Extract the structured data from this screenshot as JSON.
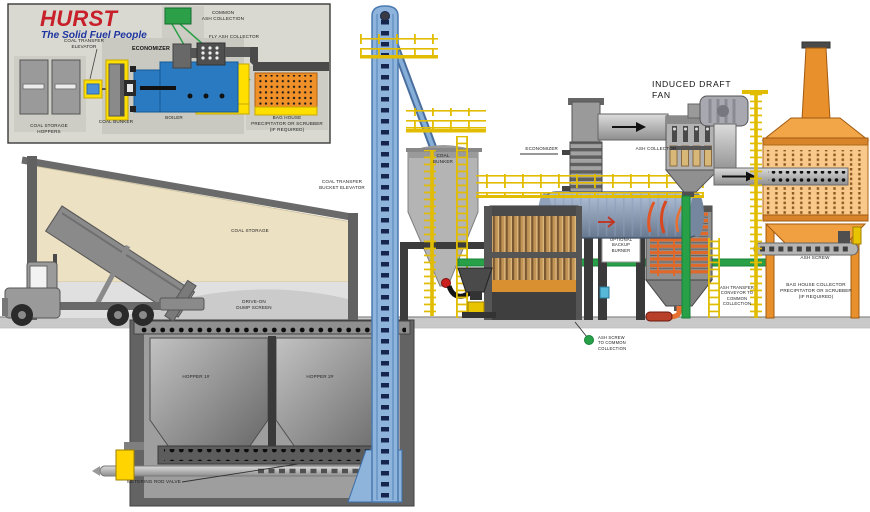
{
  "brand": {
    "logo": "HURST",
    "tagline": "The Solid Fuel People"
  },
  "inset": {
    "labels": {
      "common_ash_collection": "COMMON\nASH COLLECTION",
      "fly_ash_collector": "FLY ASH COLLECTOR",
      "coal_transfer_elevator": "COAL TRANSFER\nELEVATOR",
      "economizer": "ECONOMIZER",
      "coal_storage_hoppers": "COAL STORAGE\nHOPPERS",
      "coal_bunker": "COAL BUNKER",
      "boiler": "BOILER",
      "bag_house": "BAG HOUSE\nPRECIPITATOR OR SCRUBBER\n(IF REQUIRED)"
    }
  },
  "main": {
    "labels": {
      "induced_draft_fan": "INDUCED DRAFT FAN",
      "economizer": "ECONOMIZER",
      "ash_collector": "ASH COLLECTOR",
      "coal_transfer_bucket_elevator": "COAL TRANSFER\nBUCKET ELEVATOR",
      "coal_storage": "COAL STORAGE",
      "drive_on_dump_screen": "DRIVE-ON\nDUMP SCREEN",
      "coal_bunker": "COAL\nBUNKER",
      "hopper_1": "HOPPER 1#",
      "hopper_2": "HOPPER 2#",
      "metering_rod_valve": "METERING ROD VALVE",
      "optional_backup_burner": "OPTIONAL\nBACKUP\nBURNER",
      "ash_screw_to_common_collection": "ASH SCREW\nTO COMMON\nCOLLECTION",
      "ash_transfer_conveyor": "ASH TRANSFER\nCONVEYOR TO\nCOMMON\nCOLLECTION",
      "ash_screw": "ASH SCREW",
      "bag_house_collector": "BAG HOUSE COLLECTOR\nPRECIPITATOR OR SCRUBBER\n(IF REQUIRED)"
    }
  },
  "colors": {
    "brand_red": "#c8202a",
    "brand_blue": "#1e35a0",
    "boiler_blue": "#2a7ac2",
    "safety_yellow": "#ffdf00",
    "pipe_green": "#28a048",
    "baghouse_orange": "#f0a040",
    "elevator_blue": "#8fb4dc"
  }
}
